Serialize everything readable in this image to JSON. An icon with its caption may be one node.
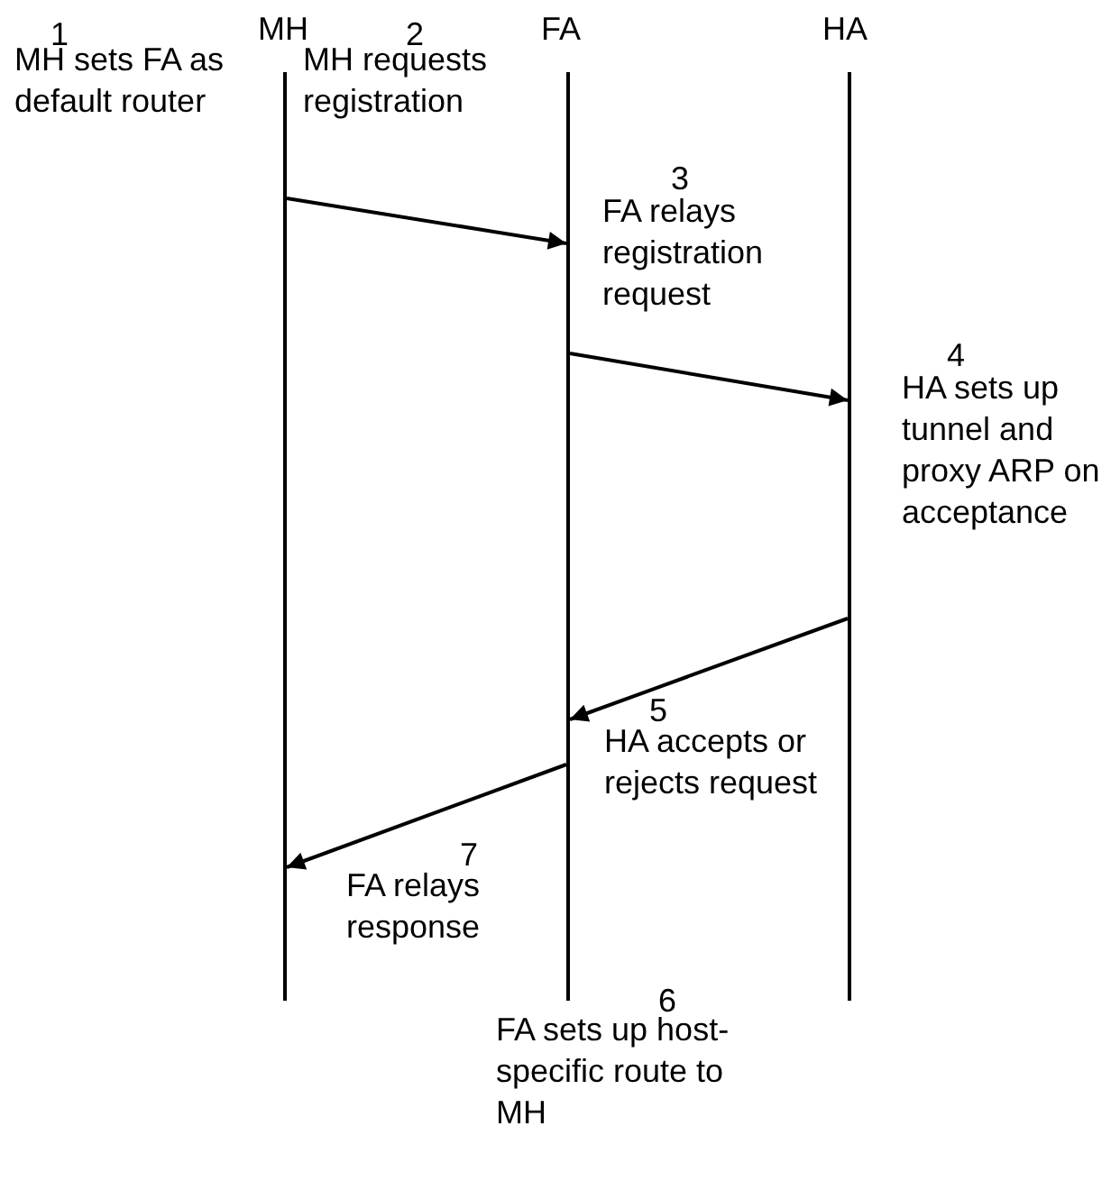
{
  "diagram": {
    "nodes": [
      {
        "text": [
          "MH"
        ]
      },
      {
        "text": [
          "FA"
        ]
      },
      {
        "text": [
          "HA"
        ]
      }
    ],
    "edges": [
      {
        "from": 0,
        "to": 1,
        "arrow": "to"
      },
      {
        "from": 1,
        "to": 2,
        "arrow": "to"
      },
      {
        "from": 2,
        "to": 1,
        "arrow": "to"
      },
      {
        "from": 1,
        "to": 0,
        "arrow": "to"
      }
    ],
    "labels": [
      "1",
      "MH sets FA as default router",
      "2",
      "MH requests registration",
      "3",
      "FA relays registration request",
      "4",
      "HA sets up tunnel and proxy ARP on acceptance",
      "5",
      "HA accepts or rejects request",
      "7",
      "FA relays response",
      "6",
      "FA sets up host-specific route to MH"
    ]
  }
}
